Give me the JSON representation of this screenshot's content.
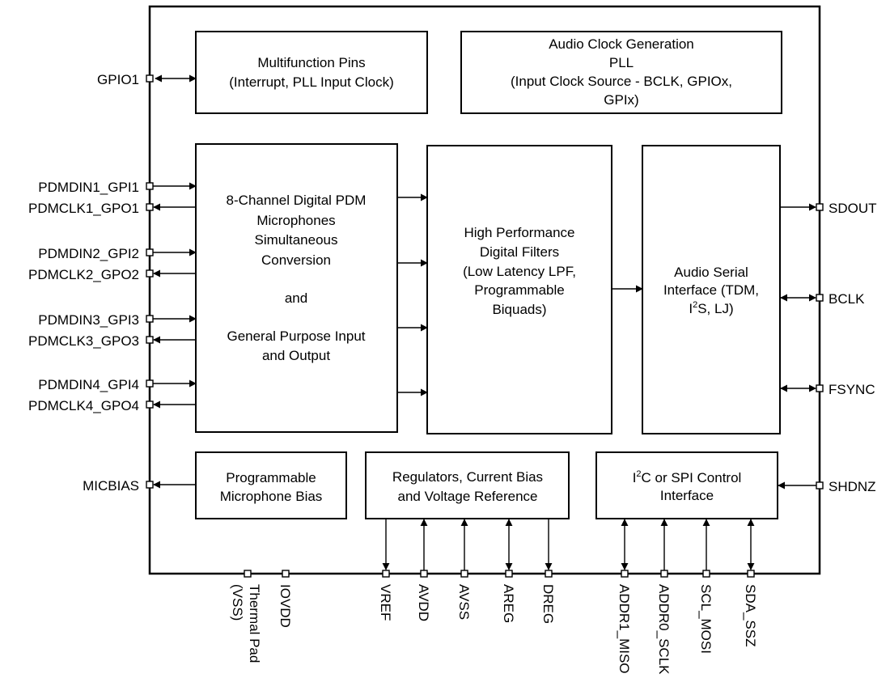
{
  "blocks": {
    "multifunction": {
      "line1": "Multifunction Pins",
      "line2": "(Interrupt, PLL Input Clock)"
    },
    "clock": {
      "line1": "Audio Clock Generation",
      "line2": "PLL",
      "line3": "(Input Clock Source - BCLK, GPIOx,",
      "line4": "GPIx)"
    },
    "pdm": {
      "line1": "8-Channel Digital PDM",
      "line2": "Microphones",
      "line3": "Simultaneous",
      "line4": "Conversion",
      "line5": "and",
      "line6": "General Purpose Input",
      "line7": "and Output"
    },
    "filters": {
      "line1": "High Performance",
      "line2": "Digital Filters",
      "line3": "(Low Latency LPF,",
      "line4": "Programmable",
      "line5": "Biquads)"
    },
    "asi": {
      "line1": "Audio Serial",
      "line2": "Interface (TDM,",
      "line3_pre": "I",
      "line3_sup": "2",
      "line3_post": "S, LJ)"
    },
    "micbias": {
      "line1": "Programmable",
      "line2": "Microphone Bias"
    },
    "regulators": {
      "line1": "Regulators, Current Bias",
      "line2": "and  Voltage Reference"
    },
    "control": {
      "line1_pre": "I",
      "line1_sup": "2",
      "line1_post": "C or SPI Control",
      "line2": "Interface"
    }
  },
  "pins": {
    "left": [
      "GPIO1",
      "PDMDIN1_GPI1",
      "PDMCLK1_GPO1",
      "PDMDIN2_GPI2",
      "PDMCLK2_GPO2",
      "PDMDIN3_GPI3",
      "PDMCLK3_GPO3",
      "PDMDIN4_GPI4",
      "PDMCLK4_GPO4",
      "MICBIAS"
    ],
    "right": [
      "SDOUT",
      "BCLK",
      "FSYNC",
      "SHDNZ"
    ],
    "bottom": [
      "(VSS)",
      "Thermal Pad",
      "IOVDD",
      "VREF",
      "AVDD",
      "AVSS",
      "AREG",
      "DREG",
      "ADDR1_MISO",
      "ADDR0_SCLK",
      "SCL_MOSI",
      "SDA_SSZ"
    ]
  }
}
